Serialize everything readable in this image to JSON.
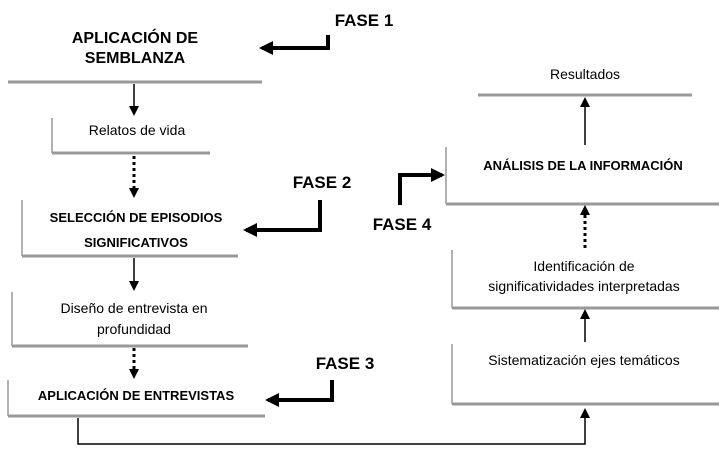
{
  "left": {
    "aplicacion_semblanza": "APLICACIÓN DE\nSEMBLANZA",
    "relatos": "Relatos de vida",
    "seleccion": "SELECCIÓN DE EPISODIOS\nSIGNIFICATIVOS",
    "diseno": "Diseño de entrevista en\nprofundidad",
    "aplicacion_entrevistas": "APLICACIÓN DE ENTREVISTAS"
  },
  "right": {
    "resultados": "Resultados",
    "analisis": "ANÁLISIS DE LA INFORMACIÓN",
    "identificacion": "Identificación de\nsignificatividades interpretadas",
    "sistematizacion": "Sistematización ejes temáticos"
  },
  "phases": {
    "fase1": "FASE 1",
    "fase2": "FASE 2",
    "fase3": "FASE 3",
    "fase4": "FASE 4"
  }
}
